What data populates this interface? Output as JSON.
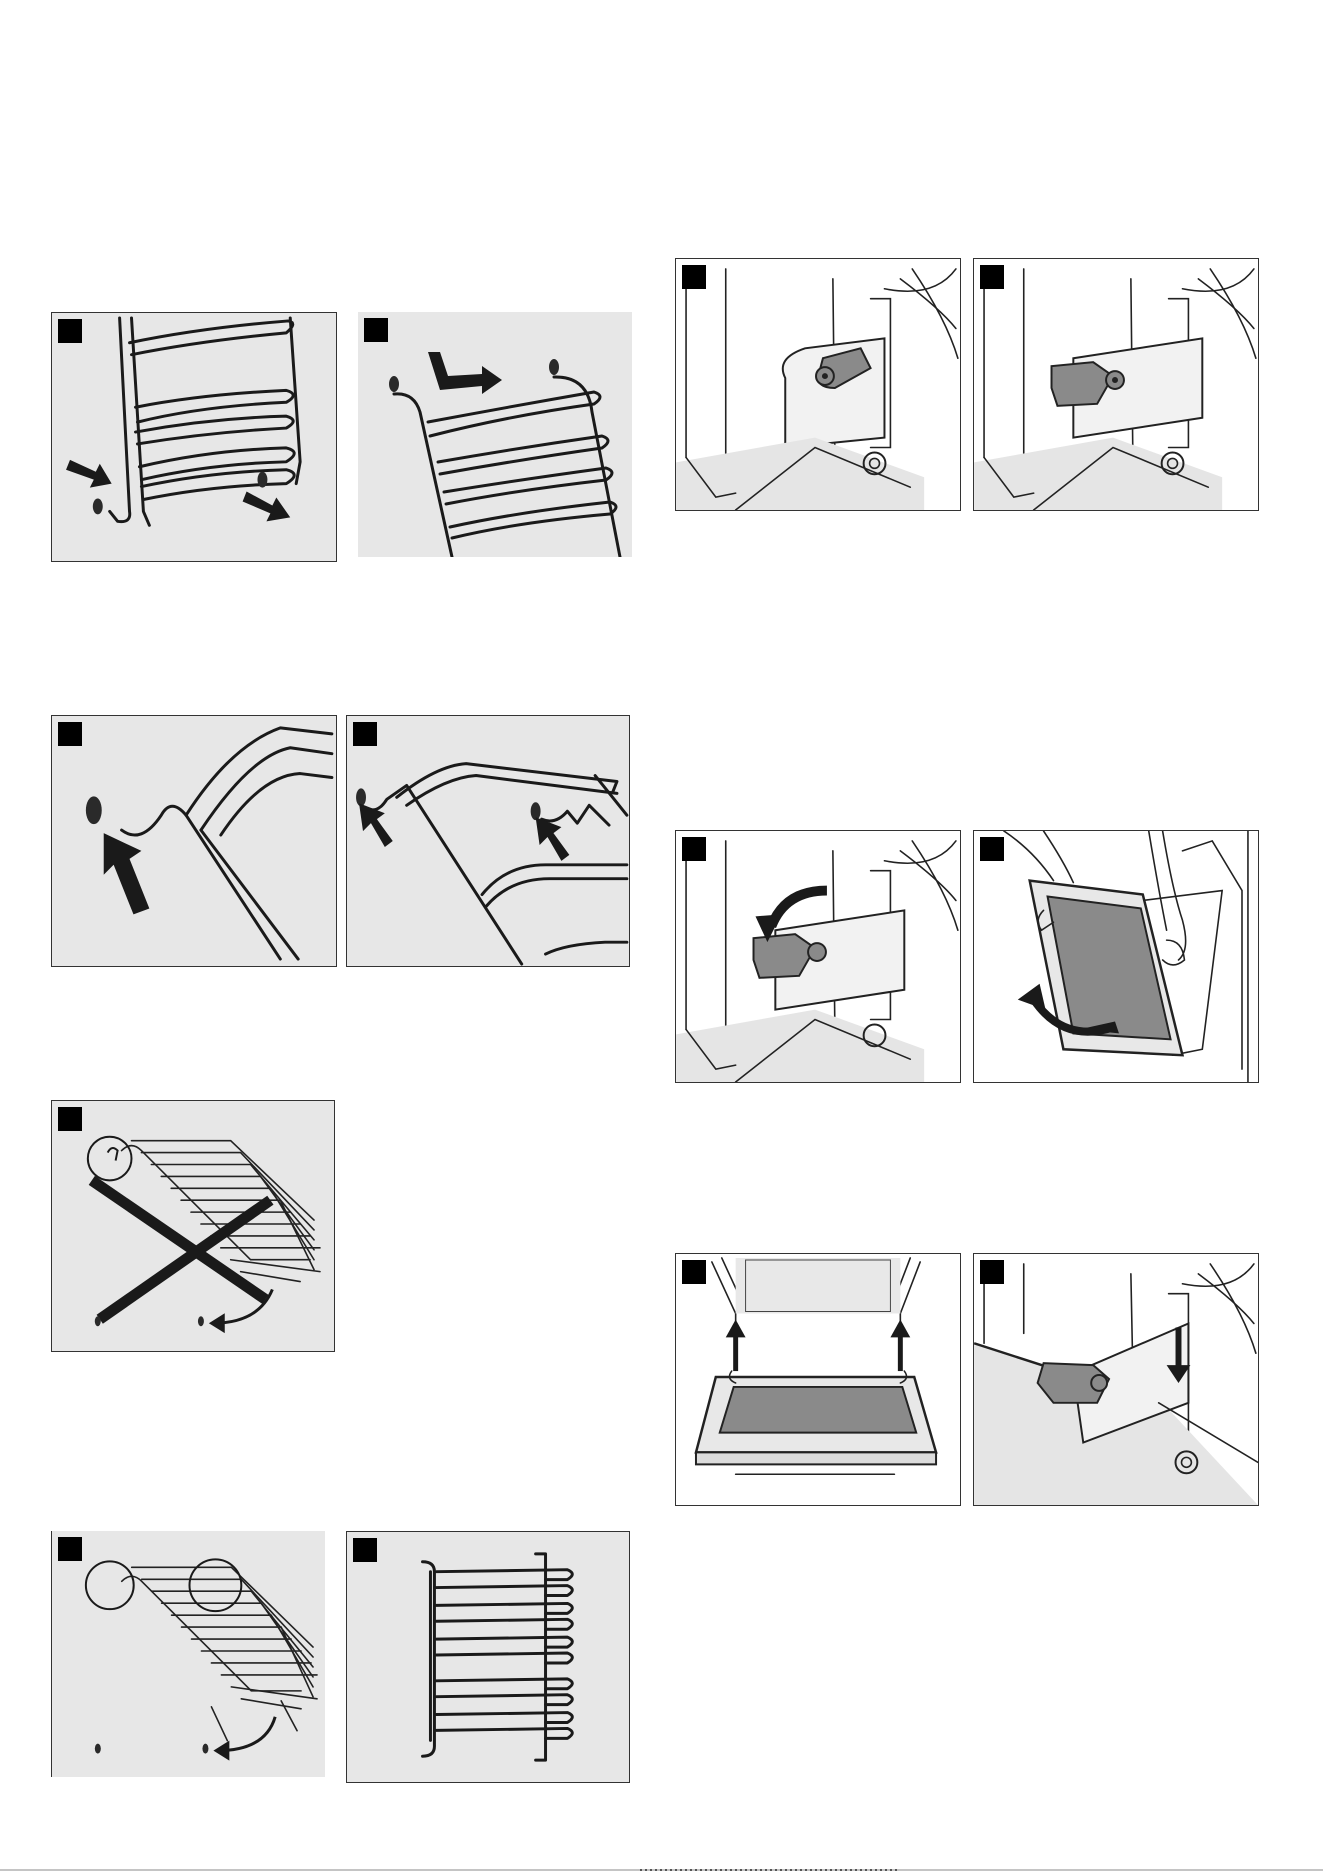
{
  "figures": [
    {
      "id": "fig-1",
      "label": ""
    },
    {
      "id": "fig-2",
      "label": ""
    },
    {
      "id": "fig-3",
      "label": ""
    },
    {
      "id": "fig-4",
      "label": ""
    },
    {
      "id": "fig-5",
      "label": ""
    },
    {
      "id": "fig-6",
      "label": ""
    },
    {
      "id": "fig-7",
      "label": ""
    },
    {
      "id": "fig-8",
      "label": ""
    },
    {
      "id": "fig-9",
      "label": ""
    },
    {
      "id": "fig-10",
      "label": ""
    },
    {
      "id": "fig-11",
      "label": ""
    },
    {
      "id": "fig-12",
      "label": ""
    },
    {
      "id": "fig-13",
      "label": ""
    },
    {
      "id": "fig-14",
      "label": ""
    }
  ],
  "colors": {
    "panel_bg": "#e7e7e7",
    "line": "#1a1a1a",
    "badge": "#000000"
  }
}
